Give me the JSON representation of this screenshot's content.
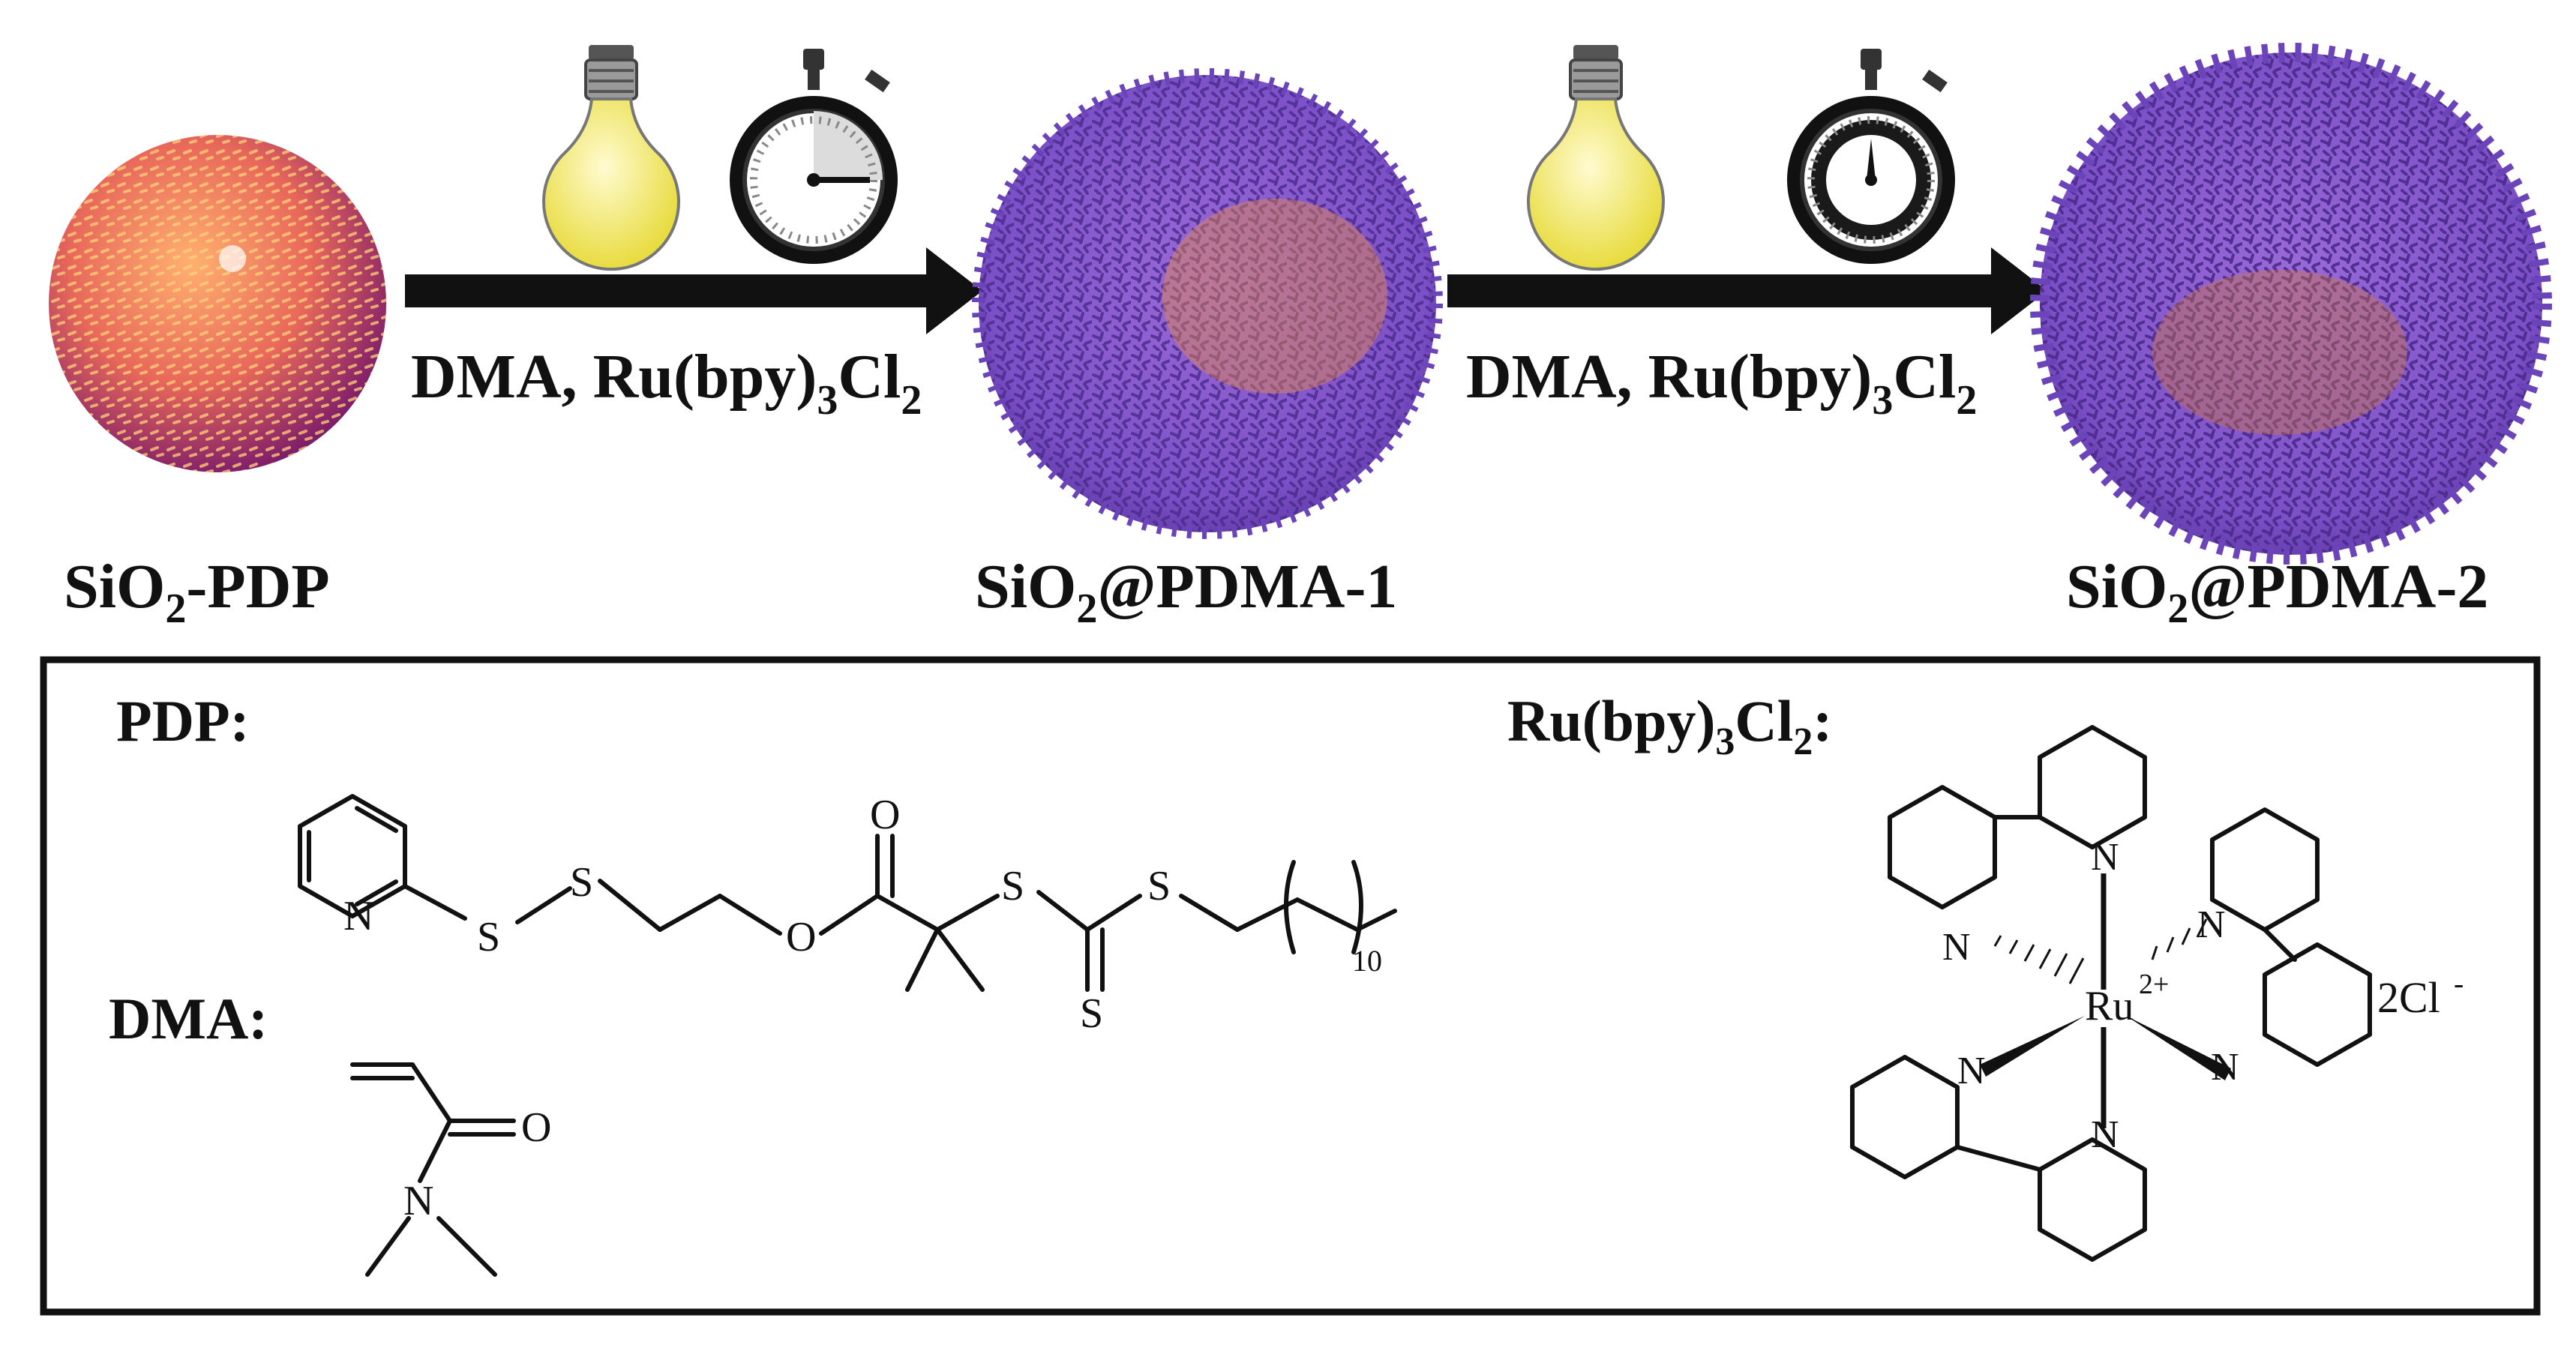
{
  "reaction": {
    "start_label": "SiO",
    "start_sub": "2",
    "start_suffix": "-PDP",
    "mid_label": "SiO",
    "mid_sub": "2",
    "mid_suffix": "@PDMA-1",
    "end_label": "SiO",
    "end_sub": "2",
    "end_suffix": "@PDMA-2",
    "step1": {
      "text": "DMA, Ru(bpy)",
      "sub1": "3",
      "mid": "Cl",
      "sub2": "2"
    },
    "step2": {
      "text": "DMA, Ru(bpy)",
      "sub1": "3",
      "mid": "Cl",
      "sub2": "2"
    },
    "icons": [
      "light-bulb-icon",
      "stopwatch-icon",
      "light-bulb-icon",
      "stopwatch-icon"
    ]
  },
  "structures": {
    "pdp_title": "PDP:",
    "dma_title": "DMA:",
    "ru_title": "Ru(bpy)",
    "ru_title_sub1": "3",
    "ru_title_mid": "Cl",
    "ru_title_sub2": "2",
    "ru_title_end": ":",
    "atoms": {
      "N": "N",
      "S": "S",
      "O": "O",
      "Ru": "Ru",
      "ru_charge": "2+",
      "chain_count": "10",
      "counterion": "2Cl",
      "counterion_charge": "-"
    }
  },
  "colors": {
    "sphere_core": "#f0884e",
    "sphere_edge": "#7a1a6a",
    "polymer": "#7b4fc6",
    "polymer_dark": "#4b2a8c",
    "bulb": "#f6ee72",
    "arrow": "#111111"
  }
}
